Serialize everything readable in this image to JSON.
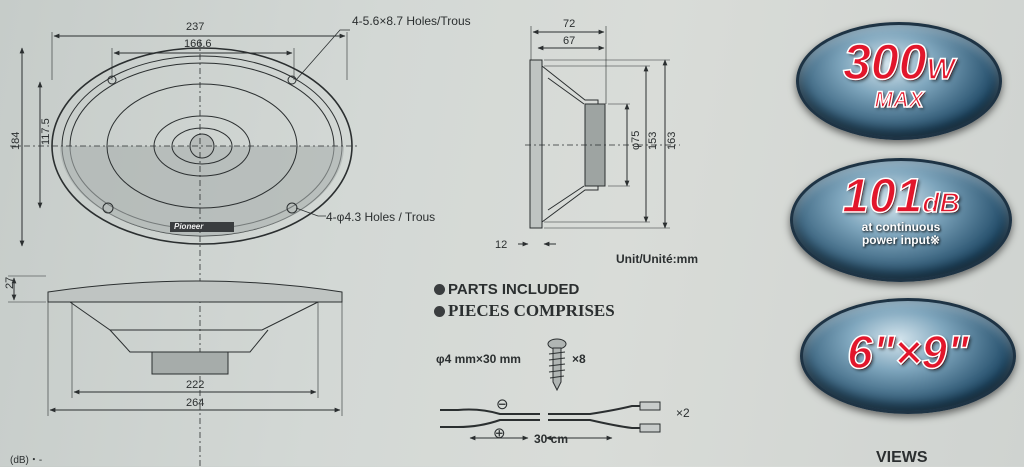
{
  "front_view": {
    "width_overall": "237",
    "hole_spacing": "166.6",
    "mount_holes": "4-5.6×8.7 Holes/Trous",
    "height_overall": "184",
    "hole_spacing_vertical": "117.5",
    "small_holes": "4-φ4.3 Holes / Trous",
    "brand": "Pioneer"
  },
  "side_view": {
    "depth_overall": "72",
    "depth_inner": "67",
    "magnet_diameter": "φ75",
    "dim_153": "153",
    "dim_163": "163",
    "flange": "12",
    "unit": "Unit/Unité:mm"
  },
  "bottom_view": {
    "height": "27",
    "width_inner": "222",
    "width_overall": "264"
  },
  "parts": {
    "heading_en": "PARTS INCLUDED",
    "heading_fr": "PIECES COMPRISES",
    "screw_spec": "φ4 mm×30 mm",
    "screw_qty": "×8",
    "cable_length": "30 cm",
    "cable_qty": "×2",
    "minus_symbol": "⊖",
    "plus_symbol": "⊕"
  },
  "badges": {
    "power_value": "300",
    "power_unit": "W",
    "power_label": "MAX",
    "spl_value": "101",
    "spl_unit": "dB",
    "spl_line1": "at continuous",
    "spl_line2": "power input※",
    "size": "6\"×9\""
  },
  "footer": {
    "left_note": "(dB)・-",
    "right_fragment": "VIEWS"
  }
}
